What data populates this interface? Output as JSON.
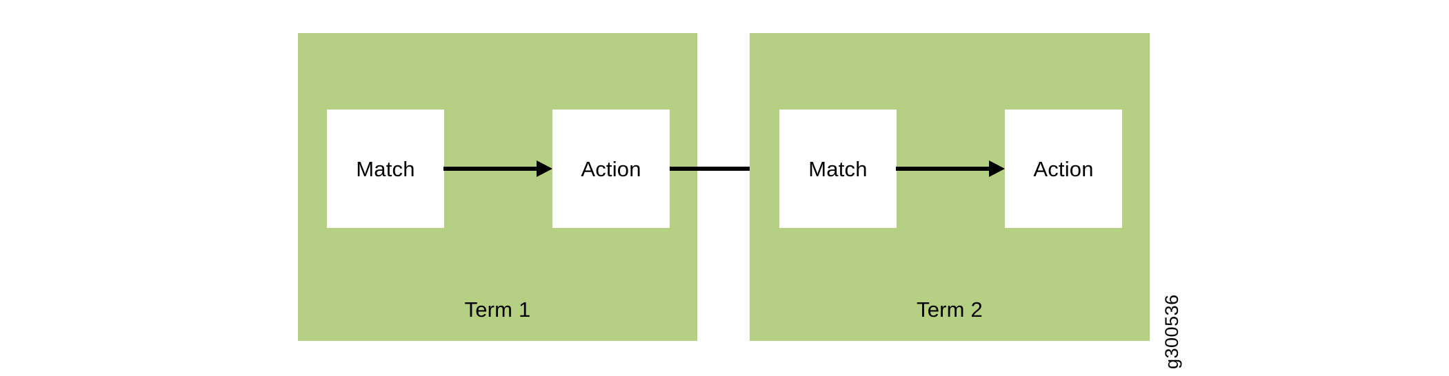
{
  "figure": {
    "id_watermark": "g300536",
    "panel_color": "#b5d082",
    "node_color": "#ffffff",
    "arrow_color": "#000000",
    "text_color": "#000000"
  },
  "terms": [
    {
      "caption": "Term 1",
      "nodes": [
        {
          "label": "Match"
        },
        {
          "label": "Action"
        }
      ]
    },
    {
      "caption": "Term 2",
      "nodes": [
        {
          "label": "Match"
        },
        {
          "label": "Action"
        }
      ]
    }
  ]
}
